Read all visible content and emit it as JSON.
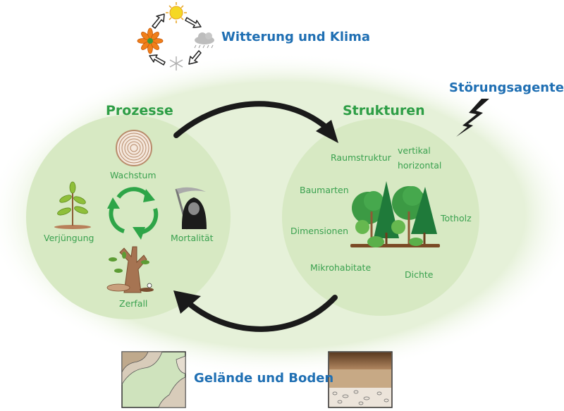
{
  "colors": {
    "blue_text": "#1f6fb3",
    "green_heading": "#2e9e46",
    "green_label": "#3aa14f",
    "halo": "#e6f1d9",
    "circle": "#d7e9c3",
    "arrow": "#1a1a1a"
  },
  "weather": {
    "label": "Witterung und Klima",
    "icons": [
      "sun-icon",
      "rain-cloud-icon",
      "snowflake-icon",
      "flower-icon"
    ]
  },
  "disturbance": {
    "label": "Störungsagenten",
    "icon": "lightning-icon"
  },
  "processes": {
    "title": "Prozesse",
    "items": [
      {
        "label": "Wachstum",
        "icon": "tree-rings-icon"
      },
      {
        "label": "Verjüngung",
        "icon": "seedling-icon"
      },
      {
        "label": "Mortalität",
        "icon": "grim-reaper-icon"
      },
      {
        "label": "Zerfall",
        "icon": "decaying-tree-icon"
      }
    ]
  },
  "structures": {
    "title": "Strukturen",
    "items": [
      {
        "label": "Raumstruktur"
      },
      {
        "label": "vertikal"
      },
      {
        "label": "horizontal"
      },
      {
        "label": "Baumarten"
      },
      {
        "label": "Dimensionen"
      },
      {
        "label": "Totholz"
      },
      {
        "label": "Mikrohabitate"
      },
      {
        "label": "Dichte"
      }
    ]
  },
  "terrain": {
    "label": "Gelände und Boden",
    "icons": [
      "topographic-map-icon",
      "soil-profile-icon"
    ]
  }
}
